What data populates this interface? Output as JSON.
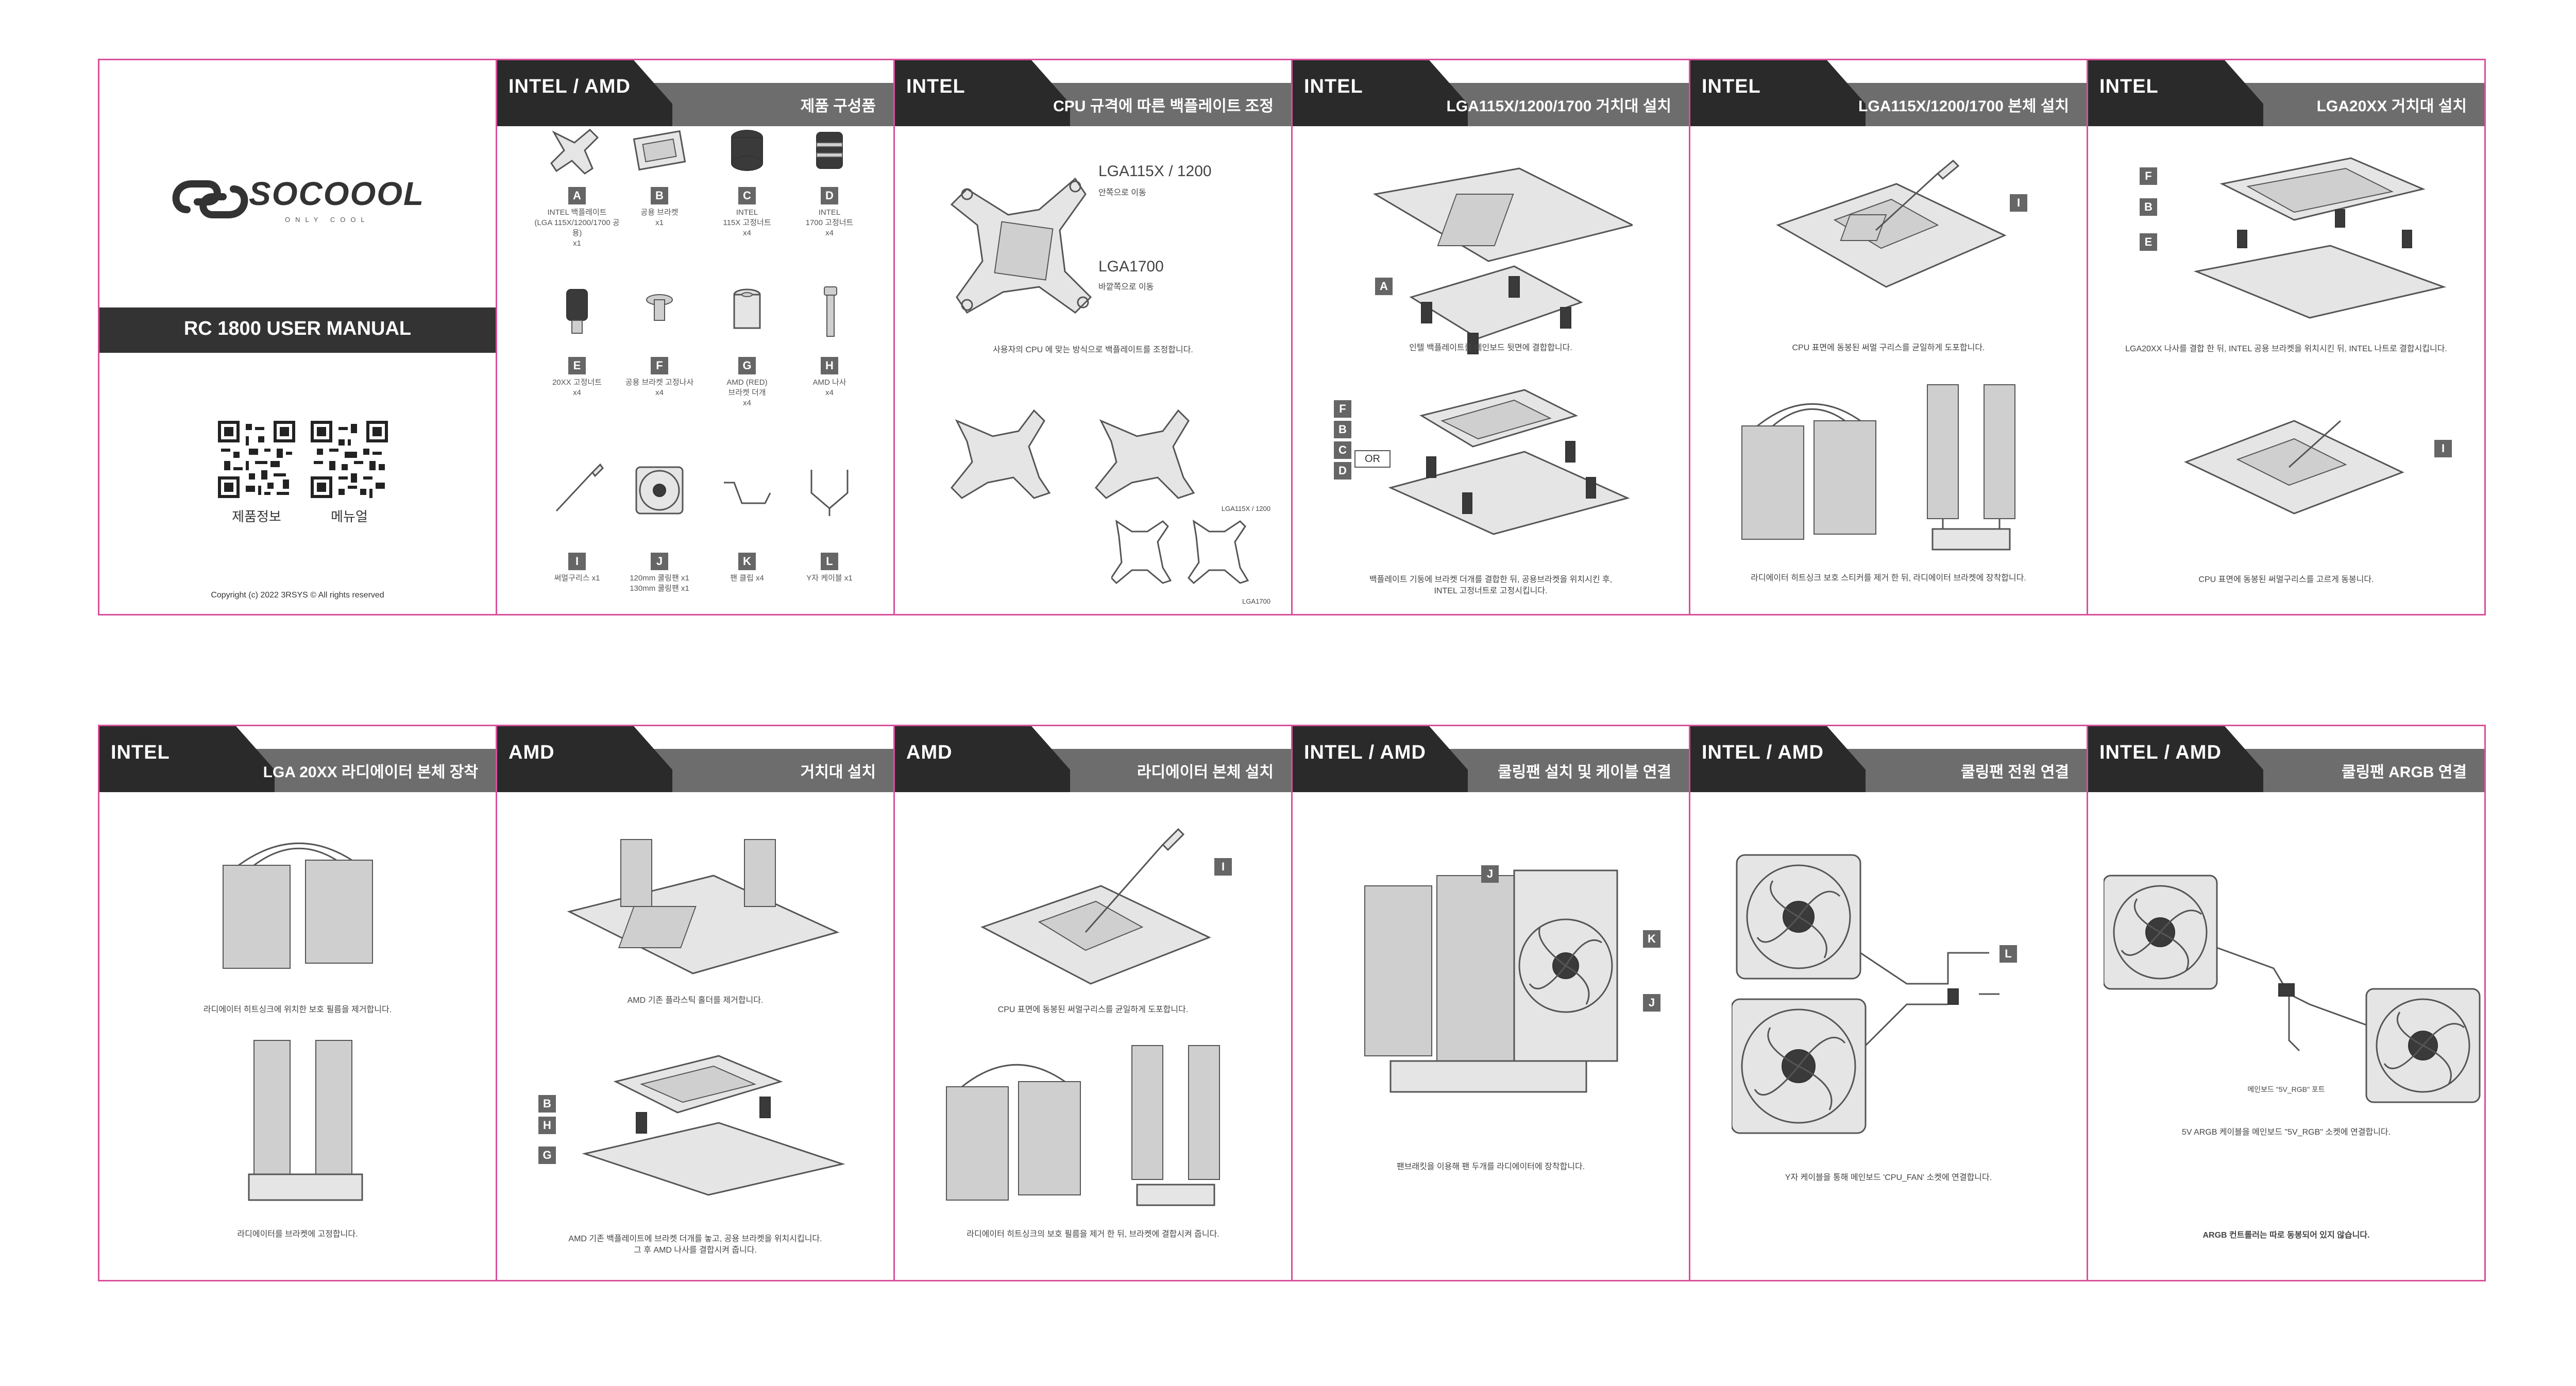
{
  "cover": {
    "brand": "SOCOOOL",
    "tagline": "ONLY COOL",
    "manual_title": "RC 1800 USER MANUAL",
    "qr_labels": [
      "제품정보",
      "메뉴얼"
    ],
    "copyright": "Copyright (c) 2022 3RSYS © All rights reserved"
  },
  "panels_top": [
    {
      "tag": "INTEL / AMD",
      "title": "제품 구성품"
    },
    {
      "tag": "INTEL",
      "title": "CPU 규격에 따른 백플레이트 조정"
    },
    {
      "tag": "INTEL",
      "title": "LGA115X/1200/1700 거치대 설치"
    },
    {
      "tag": "INTEL",
      "title": "LGA115X/1200/1700 본체 설치"
    },
    {
      "tag": "INTEL",
      "title": "LGA20XX 거치대 설치"
    }
  ],
  "panels_bottom": [
    {
      "tag": "INTEL",
      "title": "LGA 20XX 라디에이터 본체 장착"
    },
    {
      "tag": "AMD",
      "title": "거치대 설치"
    },
    {
      "tag": "AMD",
      "title": "라디에이터 본체 설치"
    },
    {
      "tag": "INTEL / AMD",
      "title": "쿨링팬 설치 및 케이블 연결"
    },
    {
      "tag": "INTEL / AMD",
      "title": "쿨링팬 전원 연결"
    },
    {
      "tag": "INTEL / AMD",
      "title": "쿨링팬 ARGB 연결"
    }
  ],
  "parts": [
    {
      "letter": "A",
      "desc": "INTEL 백플레이트\n(LGA 115X/1200/1700 공용)\nx1"
    },
    {
      "letter": "B",
      "desc": "공용 브라켓\nx1"
    },
    {
      "letter": "C",
      "desc": "INTEL\n115X 고정너트\nx4"
    },
    {
      "letter": "D",
      "desc": "INTEL\n1700 고정너트\nx4"
    },
    {
      "letter": "E",
      "desc": "20XX 고정너트\nx4"
    },
    {
      "letter": "F",
      "desc": "공용 브라켓 고정나사\nx4"
    },
    {
      "letter": "G",
      "desc": "AMD (RED)\n브라켓 더개\nx4"
    },
    {
      "letter": "H",
      "desc": "AMD 나사\nx4"
    },
    {
      "letter": "I",
      "desc": "써멀구리스 x1"
    },
    {
      "letter": "J",
      "desc": "120mm 쿨링팬 x1\n130mm 쿨링팬 x1"
    },
    {
      "letter": "K",
      "desc": "팬 클립 x4"
    },
    {
      "letter": "L",
      "desc": "Y자 케이블 x1"
    }
  ],
  "backplate": {
    "lga115x": "LGA115X / 1200",
    "lga115x_note": "안쪽으로 이동",
    "lga1700": "LGA1700",
    "lga1700_note": "바깥쪽으로 이동",
    "caption": "사용자의 CPU 에 맞는 방식으로 백플레이트를 조정합니다.",
    "small_label_1": "LGA115X / 1200",
    "small_label_2": "LGA1700"
  },
  "mount115x": {
    "caption1": "인텔 백플레이트를 메인보드 뒷면에 결합합니다.",
    "caption2": "백플레이트 기둥에 브라켓 더개를 결합한 뒤, 공용브라켓을 위치시킨 후,\nINTEL 고정너트로 고정시킵니다.",
    "or_label": "OR"
  },
  "body115x": {
    "caption1": "CPU 표면에 동봉된 써멀 구리스를 균일하게 도포합니다.",
    "caption2": "라디에이터 히트싱크 보호 스티커를 제거 한 뒤, 라디에이터 브라켓에 장착합니다."
  },
  "mount20xx": {
    "caption1": "LGA20XX 나사를 결합 한 뒤, INTEL 공용 브라켓을 위치시킨 뒤, INTEL 나트로 결합시킵니다.",
    "caption2": "CPU 표면에 동봉된 써멀구리스를 고르게 동봉니다."
  },
  "body20xx": {
    "caption1": "라디에이터 히트싱크에 위치한 보호 필름을 제거합니다.",
    "caption2": "라디에이터를 브라켓에 고정합니다."
  },
  "amdmount": {
    "caption1": "AMD 기존 플라스틱 홀더를 제거합니다.",
    "caption2": "AMD 기존 백플레이트에 브라켓 더개를 놓고, 공용 브라켓을 위치시킵니다.\n그 후 AMD 나사를 결합시켜 줍니다."
  },
  "amdbody": {
    "caption1": "CPU 표면에 동봉된 써멀구리스를 균일하게 도포합니다.",
    "caption2": "라디에이터 히트싱크의 보호 필름을 제거 한 뒤, 브라켓에 결합시켜 줍니다."
  },
  "fans": {
    "caption": "팬브래킷을 이용해 팬 두개를 라디에이터에 장착합니다."
  },
  "power": {
    "caption": "Y자 케이블을 통해 메인보드 'CPU_FAN' 소켓에 연결합니다."
  },
  "argb": {
    "mb_label": "메인보드 \"5V_RGB\" 포트",
    "caption": "5V ARGB 케이블을 메인보드 \"5V_RGB\" 소켓에 연결합니다.",
    "note": "ARGB 컨트롤러는 따로 동봉되어 있지 않습니다."
  }
}
